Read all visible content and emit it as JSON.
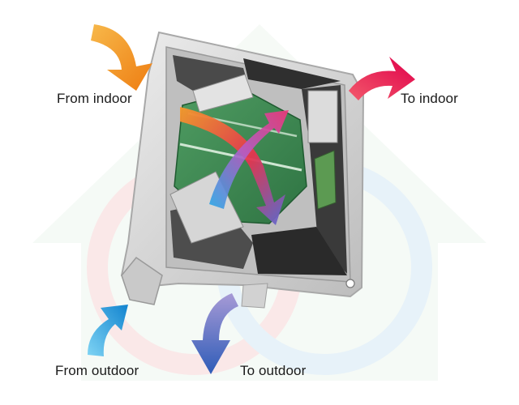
{
  "labels": {
    "from_indoor": "From indoor",
    "to_indoor": "To indoor",
    "from_outdoor": "From outdoor",
    "to_outdoor": "To outdoor"
  },
  "icons": {
    "from_indoor": "orange-curved-arrow-icon",
    "to_indoor": "red-curved-arrow-icon",
    "from_outdoor": "blue-curved-arrow-icon",
    "to_outdoor": "purple-blue-curved-arrow-icon"
  },
  "colors": {
    "from_indoor_arrow": "#f08a1c",
    "to_indoor_arrow": "#e8184a",
    "from_outdoor_arrow": "#1a9ad8",
    "to_outdoor_arrow": "#4a66c0",
    "heat_exchanger_core": "#3f8a52",
    "unit_casing": "#d9d9d9",
    "background_watermark": "#eaf3ec"
  }
}
